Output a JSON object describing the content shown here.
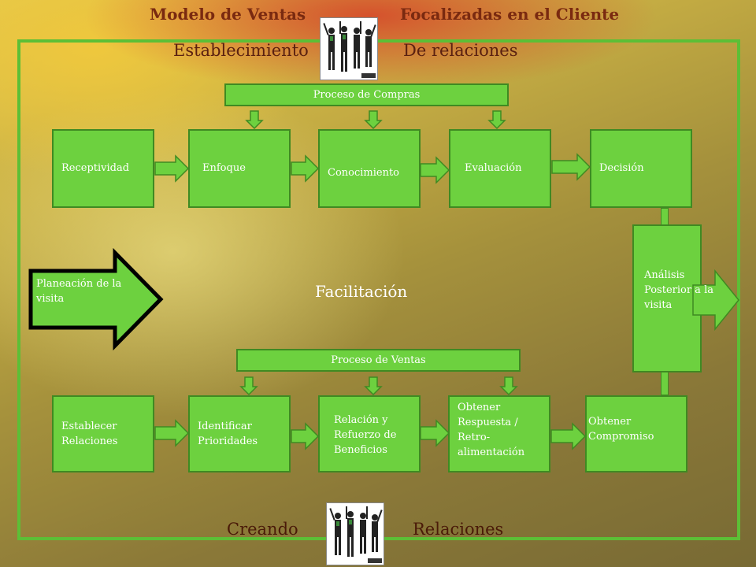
{
  "header": {
    "title_left": "Modelo de Ventas",
    "title_right": "Focalizadas en el Cliente",
    "subtitle_left": "Establecimiento",
    "subtitle_right": "De relaciones"
  },
  "top_process": {
    "label": "Proceso de Compras",
    "steps": [
      "Receptividad",
      "Enfoque",
      "Conocimiento",
      "Evaluación",
      "Decisión"
    ]
  },
  "bottom_process": {
    "label": "Proceso de Ventas",
    "steps": [
      "Establecer Relaciones",
      "Identificar Prioridades",
      "Relación y Refuerzo de Beneficios",
      "Obtener Respuesta / Retro-alimentación",
      "Obtener Compromiso"
    ]
  },
  "planning": "Planeación de la visita",
  "center": "Facilitación",
  "analysis": "Análisis Posterior a la visita",
  "footer": {
    "left": "Creando",
    "right": "Relaciones"
  },
  "colors": {
    "box_fill": "#6dd13f",
    "box_border": "#3f8a22",
    "frame": "#5cbf36"
  },
  "icons": [
    "team-celebration-photo"
  ]
}
